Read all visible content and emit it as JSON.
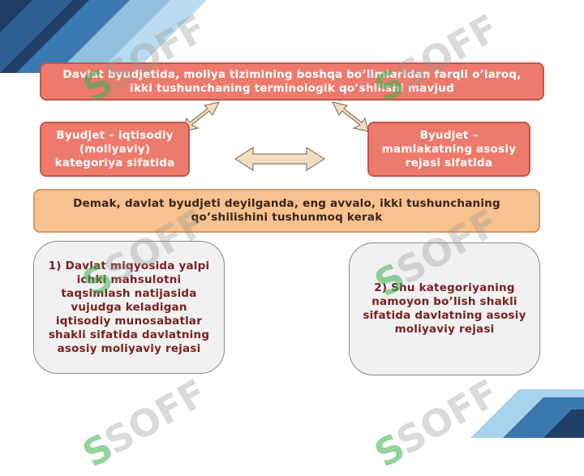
{
  "slide": {
    "top_box": "Davlat byudjetida, moliya tizimining boshqa bo’limlaridan farqli o’laroq, ikki tushunchaning terminologik qo’shilishi mavjud",
    "left_box": "Byudjet – iqtisodiy (moliyaviy) kategoriya sifatida",
    "right_box": "Byudjet – mamlakatning asosiy rejasi sifatida",
    "middle_box": "Demak, davlat byudjeti deyilganda, eng avvalo, ikki tushunchaning qo’shilishini tushunmoq kerak",
    "bottom_left": "1) Davlat miqyosida yalpi ichki mahsulotni taqsimlash natijasida vujudga keladigan iqtisodiy munosabatlar shakli sifatida davlatning asosiy moliyaviy rejasi",
    "bottom_right": "2) Shu kategoriyaning namoyon bo’lish shakli sifatida davlatning asosiy moliyaviy rejasi"
  },
  "watermark": {
    "text": "SOFF"
  },
  "colors": {
    "red_box": "#ee7a6d",
    "peach_box": "#f7c28f",
    "grey_box": "#f1f1f1",
    "arrow": "#f3dcc0",
    "corner_blue": "#1f4e79"
  }
}
